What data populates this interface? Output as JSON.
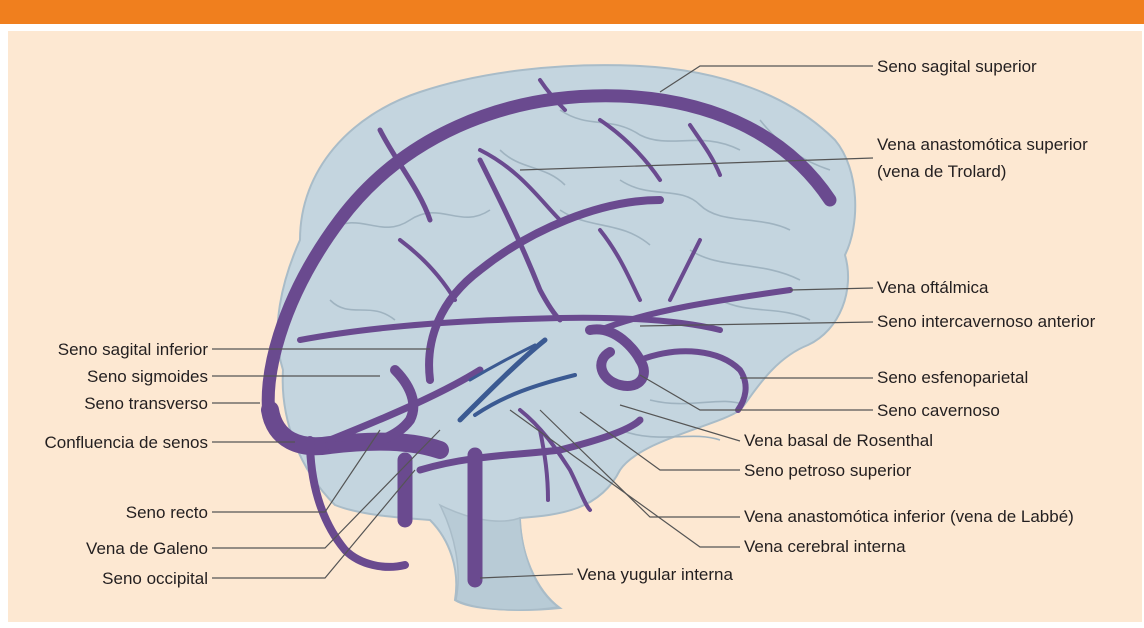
{
  "labels": {
    "seno_sagital_superior": "Seno sagital superior",
    "vena_anastomotica_superior_1": "Vena anastomótica superior",
    "vena_anastomotica_superior_2": "(vena de Trolard)",
    "vena_oftalmica": "Vena oftálmica",
    "seno_intercavernoso_anterior": "Seno intercavernoso anterior",
    "seno_esfenoparietal": "Seno esfenoparietal",
    "seno_cavernoso": "Seno cavernoso",
    "vena_basal_rosenthal": "Vena basal de Rosenthal",
    "seno_petroso_superior": "Seno petroso superior",
    "vena_anastomotica_inferior": "Vena anastomótica inferior (vena de Labbé)",
    "vena_cerebral_interna": "Vena cerebral interna",
    "vena_yugular_interna": "Vena yugular interna",
    "seno_sagital_inferior": "Seno sagital inferior",
    "seno_sigmoides": "Seno sigmoides",
    "seno_transverso": "Seno transverso",
    "confluencia_senos": "Confluencia de senos",
    "seno_recto": "Seno recto",
    "vena_galeno": "Vena de Galeno",
    "seno_occipital": "Seno occipital"
  },
  "colors": {
    "header_bar": "#f07f1e",
    "panel_background": "#fde8d2",
    "brain_fill": "#c4d5df",
    "veins": "#6a4a8f",
    "deep_veins": "#3b5a92",
    "leader_lines": "#555555"
  }
}
